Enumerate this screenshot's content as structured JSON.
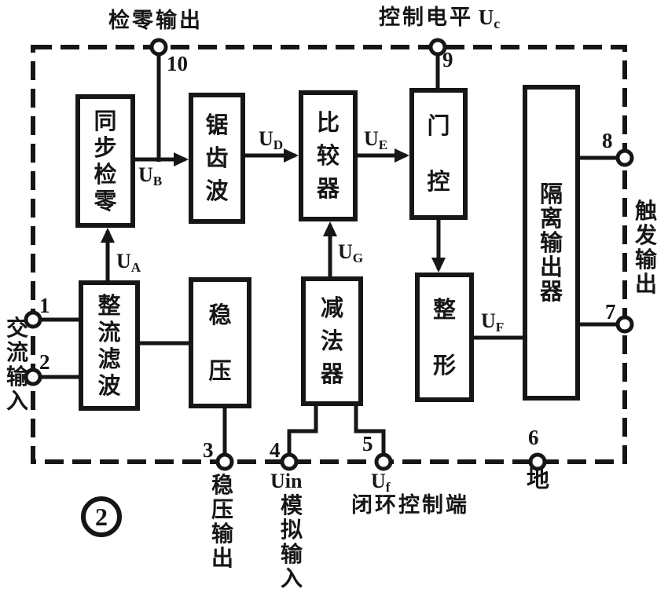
{
  "figure": {
    "number": "2"
  },
  "blocks": {
    "sync_zero": {
      "label": "同步检零"
    },
    "sawtooth": {
      "label": "锯齿波"
    },
    "comparator": {
      "label": "比较器"
    },
    "gate": {
      "label": "门控"
    },
    "isolated_output": {
      "label": "隔离输出器"
    },
    "rectifier_filter": {
      "label": "整流滤波"
    },
    "regulator": {
      "label": "稳压"
    },
    "subtractor": {
      "label": "减法器"
    },
    "shaper": {
      "label": "整形"
    }
  },
  "pins": {
    "p1": "1",
    "p2": "2",
    "p3": "3",
    "p4": "4",
    "p5": "5",
    "p6": "6",
    "p7": "7",
    "p8": "8",
    "p9": "9",
    "p10": "10"
  },
  "signals": {
    "ua": {
      "main": "U",
      "sub": "A"
    },
    "ub": {
      "main": "U",
      "sub": "B"
    },
    "ud": {
      "main": "U",
      "sub": "D"
    },
    "ue": {
      "main": "U",
      "sub": "E"
    },
    "ug": {
      "main": "U",
      "sub": "G"
    },
    "uf": {
      "main": "U",
      "sub": "F"
    }
  },
  "labels": {
    "zero_check_output": "检零输出",
    "control_level": {
      "text": "控制电平",
      "sig_main": "U",
      "sig_sub": "c"
    },
    "ac_input": "交流输入",
    "trigger_output": "触发输出",
    "regulated_output": "稳压输出",
    "analog_input": {
      "sig": "Uin",
      "text": "模拟输入"
    },
    "feedback": {
      "sig_main": "U",
      "sig_sub": "f",
      "text": "闭环控制端"
    },
    "ground": "地"
  },
  "colors": {
    "ink": "#161616",
    "paper": "#ffffff"
  }
}
